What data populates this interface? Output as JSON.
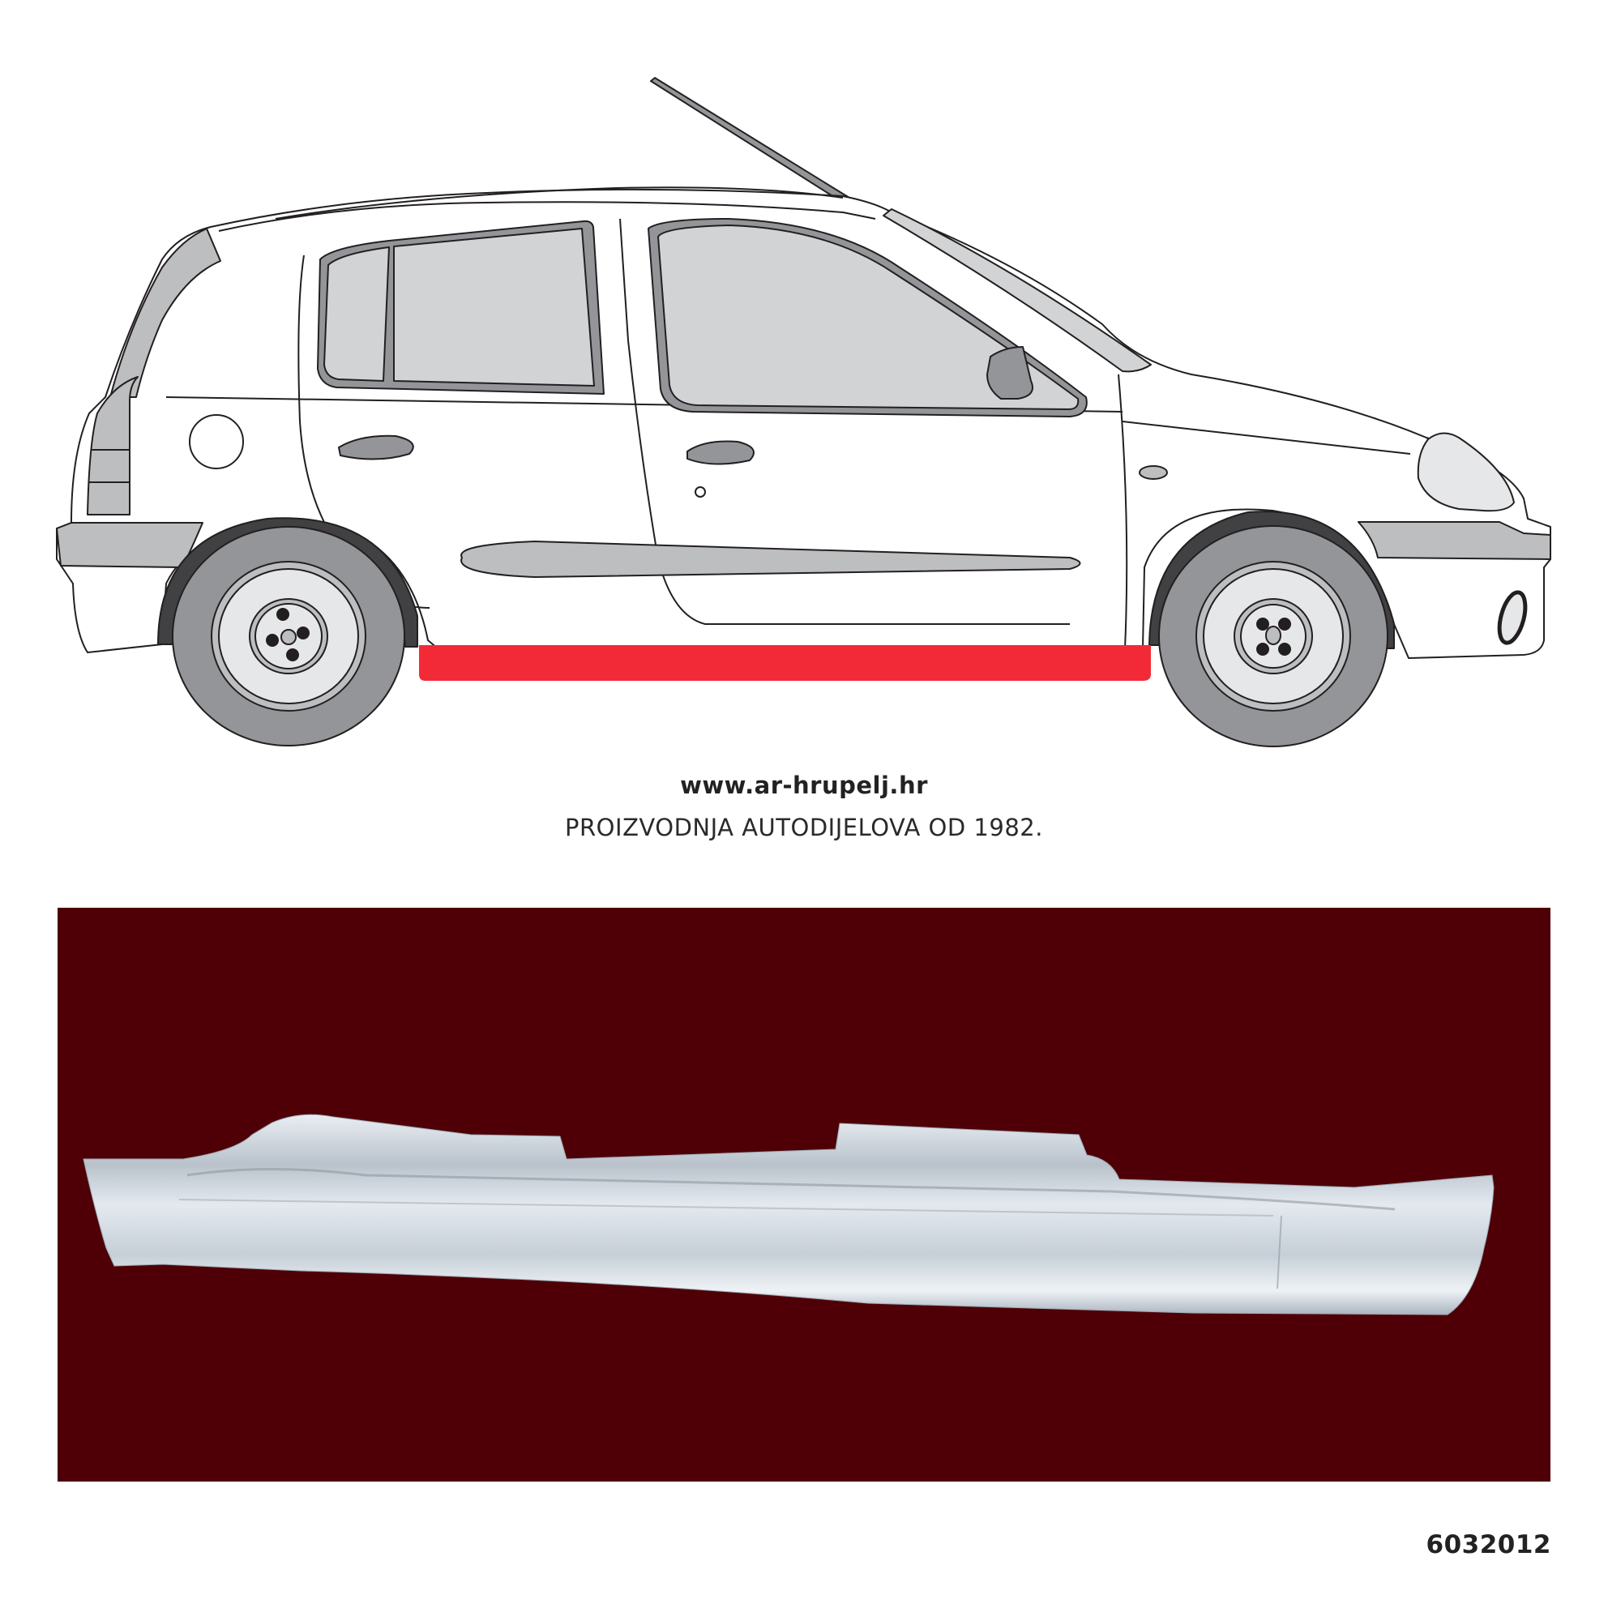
{
  "diagram": {
    "subject": "hatchback car side view (right side, 5-door)",
    "highlighted_part": "right sill / rocker panel",
    "highlight_color": "#f22a38",
    "body_color": "#ffffff",
    "glass_color": "#d1d3d4",
    "trim_color": "#939598",
    "tire_color": "#939598",
    "wheel_arch_color": "#414042",
    "bumper_color": "#bcbec0"
  },
  "caption": {
    "url": "www.ar-hrupelj.hr",
    "tagline": "PROIZVODNJA AUTODIJELOVA OD 1982."
  },
  "photo": {
    "subject": "galvanized steel rocker panel",
    "background_color": "#4e0006",
    "part_color": "#c9d1d9"
  },
  "part_number": "6032012"
}
